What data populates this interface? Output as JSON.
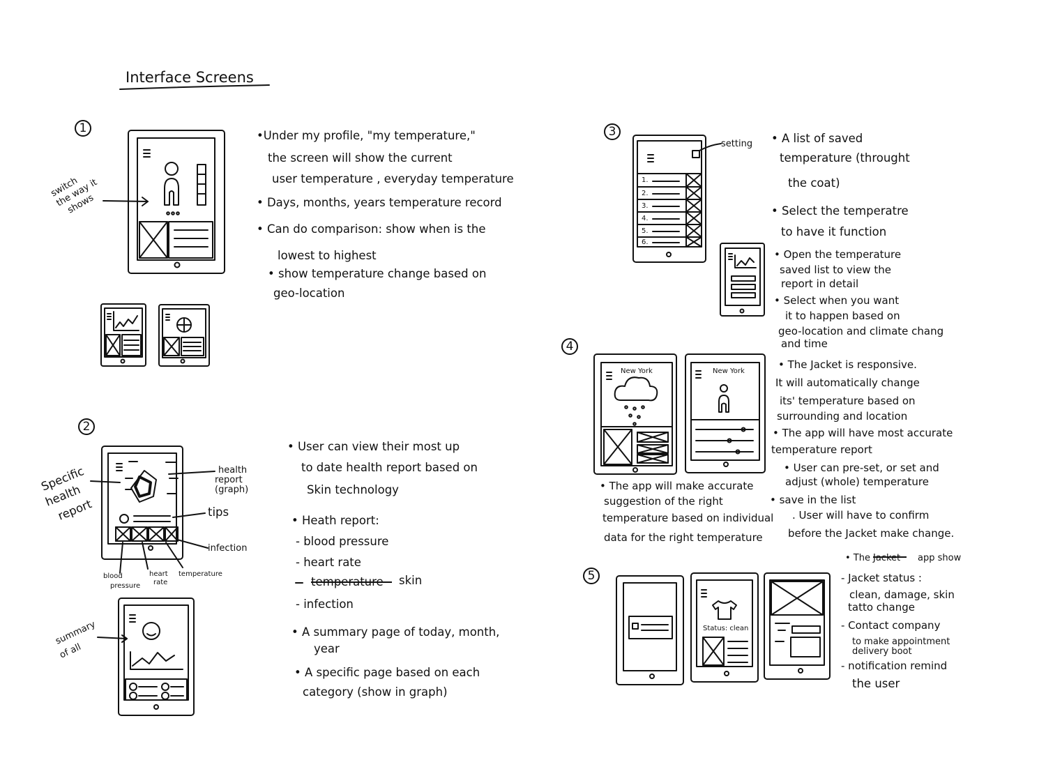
{
  "title": "Interface Screens",
  "sections": {
    "s1": {
      "number": "1",
      "annotation": [
        "switch",
        "the way it",
        "shows"
      ],
      "notes": [
        "•Under my profile, \"my temperature,\"",
        "the screen will show the current",
        "user temperature , everyday temperature",
        "• Days, months, years temperature record",
        "• Can do comparison: show when is the",
        "lowest to highest",
        "• show temperature change based on",
        "geo-location"
      ]
    },
    "s2": {
      "number": "2",
      "label_left": [
        "Specific",
        "health",
        "report"
      ],
      "label_health": [
        "health",
        "report",
        "(graph)"
      ],
      "label_tips": "tips",
      "label_infection": "infection",
      "label_blood": [
        "blood",
        "pressure"
      ],
      "label_heart": [
        "heart",
        "rate"
      ],
      "label_temp": "temperature",
      "label_summary": [
        "summary",
        "of all"
      ],
      "notes": [
        "• User can view their most up",
        "to date health report based on",
        "Skin technology",
        "• Heath report:",
        "- blood pressure",
        "- heart rate",
        "temperature",
        "skin",
        "- infection",
        "• A summary page of today, month,",
        "year",
        "• A specific page based on each",
        "category (show in graph)"
      ]
    },
    "s3": {
      "number": "3",
      "label_setting": "setting",
      "list_numbers": [
        "1.",
        "2.",
        "3.",
        "4.",
        "5.",
        "6."
      ],
      "notes": [
        "• A list of saved",
        "temperature (throught",
        "the coat)",
        "• Select the temperatre",
        "to have it function",
        "• Open the temperature",
        "saved list to view the",
        "report in detail",
        "• Select when you want",
        "it to happen based on",
        "geo-location and climate chang",
        "and time"
      ]
    },
    "s4": {
      "number": "4",
      "city_1": "New York",
      "city_2": "New York",
      "notes_right": [
        "• The Jacket is responsive.",
        "It will automatically change",
        "its' temperature based on",
        "surrounding and location",
        "• The app will have most accurate",
        "temperature report",
        "• User can pre-set, or set and",
        "adjust (whole) temperature",
        "• save in the list",
        ". User will have to confirm",
        "before the Jacket make change."
      ],
      "notes_left": [
        "• The app will make accurate",
        "suggestion of the right",
        "temperature based on individual",
        "data for the right temperature"
      ]
    },
    "s5": {
      "number": "5",
      "status_label": "Status: clean",
      "notes": [
        "• The",
        "Jacket",
        "app show",
        "- Jacket status :",
        "clean, damage, skin",
        "tatto change",
        "- Contact company",
        "to make appointment",
        "delivery boot",
        "- notification remind",
        "the user"
      ]
    }
  }
}
